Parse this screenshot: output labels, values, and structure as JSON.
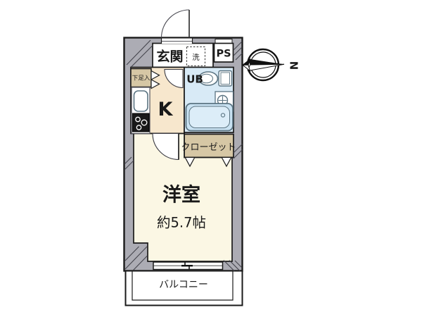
{
  "floor_plan": {
    "rooms": {
      "entrance": {
        "label": "玄関"
      },
      "laundry": {
        "label": "洗"
      },
      "pipe_space": {
        "label": "PS"
      },
      "shoe_box": {
        "label": "下足入"
      },
      "kitchen": {
        "label": "K"
      },
      "unit_bath": {
        "label": "UB"
      },
      "closet": {
        "label": "クローゼット"
      },
      "western_room": {
        "label": "洋室",
        "size": "約5.7帖"
      },
      "balcony": {
        "label": "バルコニー"
      }
    },
    "compass": {
      "north_label": "N"
    },
    "colors": {
      "wall": "#acacb4",
      "kitchen_floor": "#f7e7cd",
      "room_floor": "#fbf7e4",
      "bath_floor": "#d8eaf6",
      "closet_fill": "#d6c7a5",
      "line": "#1a1a1a",
      "white": "#ffffff"
    }
  }
}
